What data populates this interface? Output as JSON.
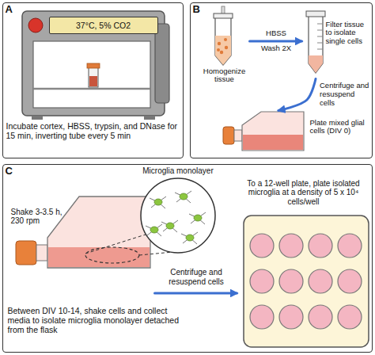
{
  "diagram": {
    "nodes": [
      {
        "text": [
          "A",
          "Incubate cortex, HBSS, trypsin, and DNase for 15 min, inverting tube every 5 min"
        ]
      },
      {
        "text": [
          "37°C, 5% CO2"
        ],
        "in": 0
      },
      {
        "text": [
          "B"
        ]
      },
      {
        "text": [
          "Homogenize tissue"
        ],
        "in": 2
      },
      {
        "text": [
          "Filter tissue to isolate single cells"
        ],
        "in": 2
      },
      {
        "text": [
          "Plate mixed glial cells (DIV 0)"
        ],
        "in": 2
      },
      {
        "text": [
          "C",
          "Between DIV 10-14, shake cells and collect media to isolate microglia monolayer detached from the flask"
        ]
      },
      {
        "text": [
          "Shake 3-3.5 h, 230 rpm"
        ],
        "in": 6
      },
      {
        "text": [
          "To a 12-well plate, plate isolated microglia at a density of 5 x 10⁴ cells/well"
        ],
        "in": 6
      }
    ],
    "edges": [
      {
        "from": 3,
        "to": 4,
        "arrow": "to"
      },
      {
        "from": 4,
        "to": 5,
        "label": "Centrifuge and resuspend cells",
        "arrow": "to"
      },
      {
        "from": 7,
        "to": 8,
        "label": "Centrifuge and resuspend cells",
        "arrow": "to"
      }
    ],
    "labels": [
      "HBSS",
      "Wash 2X",
      "Microglia monolayer"
    ]
  }
}
